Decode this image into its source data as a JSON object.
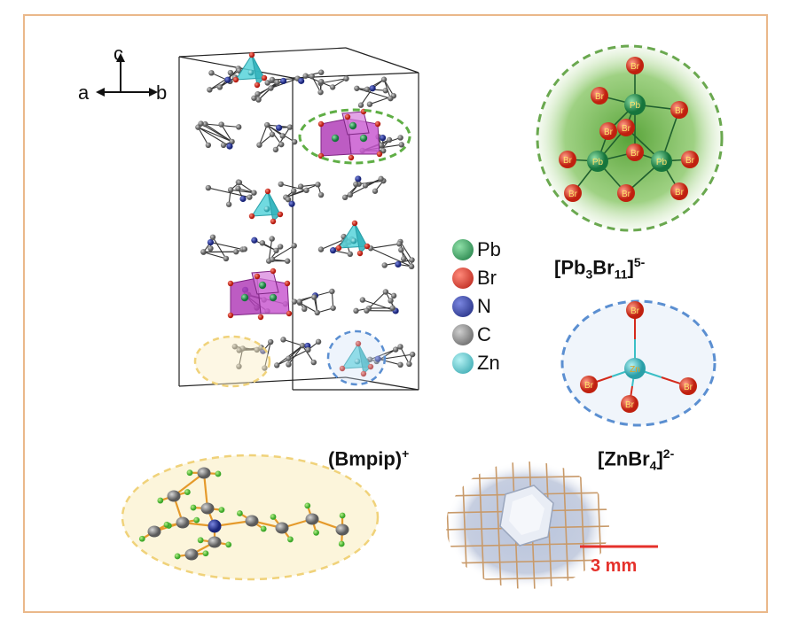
{
  "axes": {
    "c": "c",
    "a": "a",
    "b": "b"
  },
  "legend": [
    {
      "label": "Pb",
      "color": "#1f8f4e"
    },
    {
      "label": "Br",
      "color": "#d42a1c"
    },
    {
      "label": "N",
      "color": "#21308f"
    },
    {
      "label": "C",
      "color": "#6f6f6f"
    },
    {
      "label": "Zn",
      "color": "#3bbfc6"
    }
  ],
  "pb_cluster": {
    "atoms": {
      "br": "Br",
      "pb": "Pb"
    }
  },
  "zn_cluster": {
    "atoms": {
      "br": "Br",
      "zn": "Zn"
    }
  },
  "labels": {
    "pb3br11": {
      "main": "[Pb",
      "s1": "3",
      "mid": "Br",
      "s2": "11",
      "end": "]",
      "sup": "5-"
    },
    "znbr4": {
      "main": "[ZnBr",
      "s1": "4",
      "end": "]",
      "sup": "2-"
    },
    "bmpip": {
      "main": "(Bmpip)",
      "sup": "+"
    }
  },
  "scale_bar": {
    "label": "3 mm"
  },
  "colors": {
    "frame": "#eab88a",
    "pb_halo": "#5fae45",
    "zn_halo": "#5b8fd1",
    "cation_halo": "#f0d27a",
    "scale": "#e5312b"
  }
}
